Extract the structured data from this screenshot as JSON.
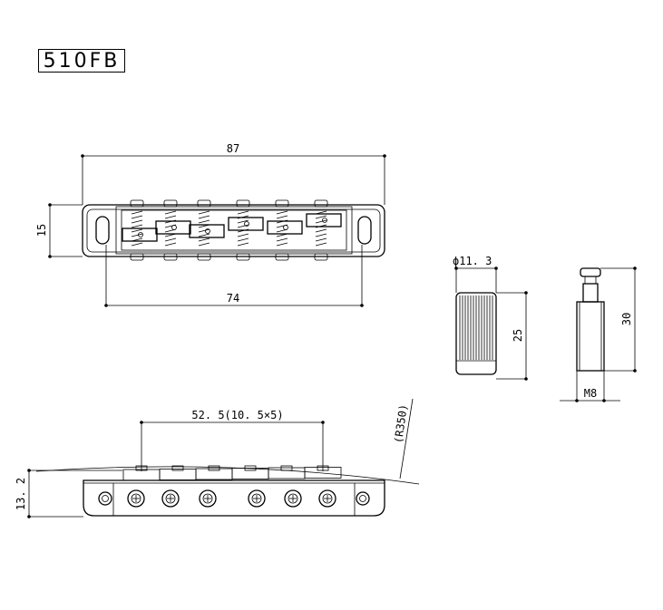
{
  "model": "510FB",
  "dimensions": {
    "overall_length": "87",
    "depth": "15",
    "post_spacing": "74",
    "thumbwheel_diameter": "ϕ11. 3",
    "thumbwheel_height": "25",
    "stud_length": "30",
    "stud_thread": "M8",
    "string_spacing": "52. 5(10. 5×5)",
    "radius": "(R350)",
    "height": "13. 2"
  },
  "colors": {
    "line": "#000000",
    "background": "#ffffff"
  }
}
